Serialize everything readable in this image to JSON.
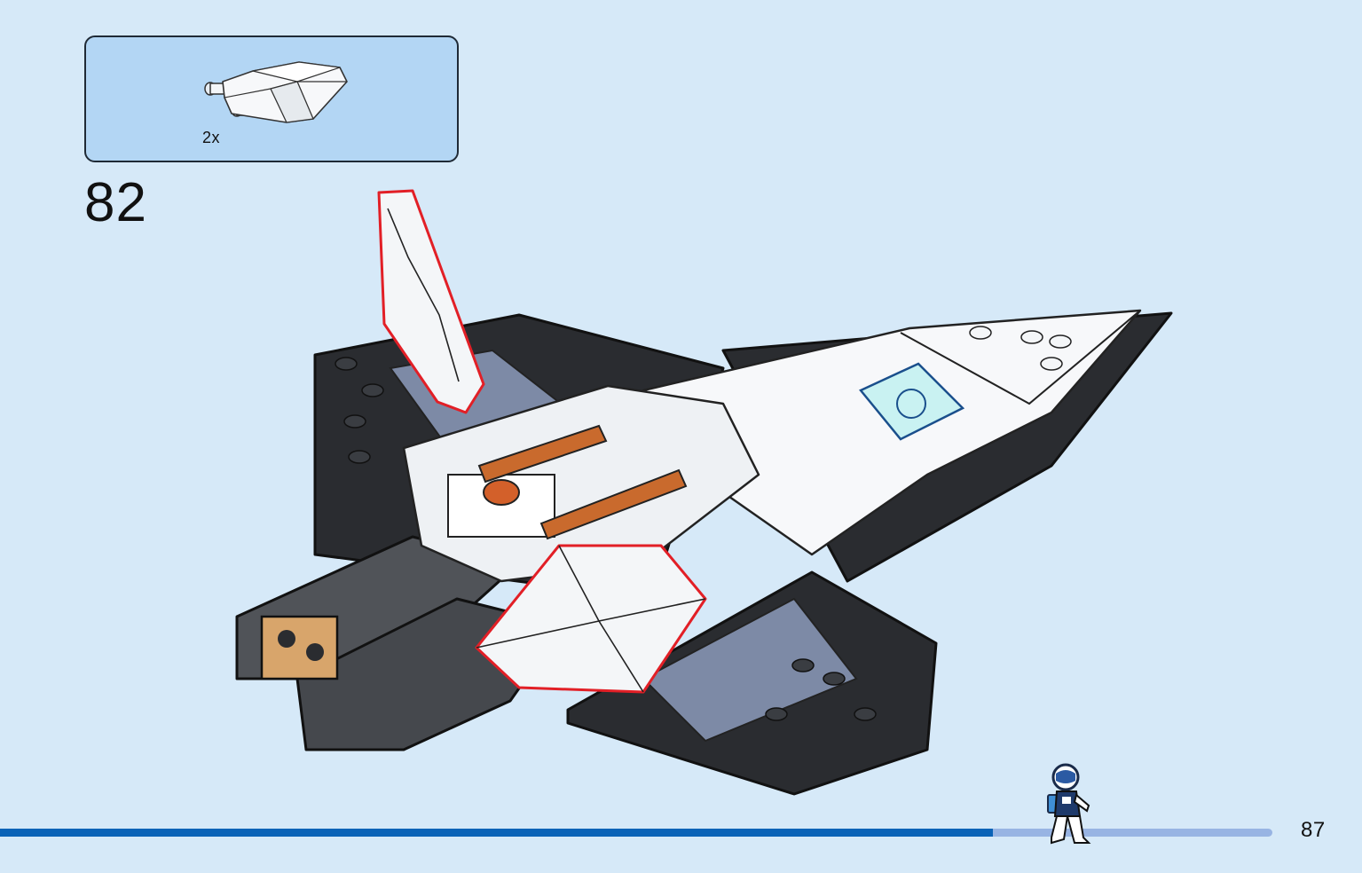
{
  "parts_callout": {
    "quantity": "2x",
    "part_icon": "white-wing-element-icon"
  },
  "step": {
    "number": "82"
  },
  "illustration": {
    "icon": "spaceship-model-icon",
    "highlight_color": "#e21f26"
  },
  "progress": {
    "fraction": 0.78,
    "icon": "astronaut-minifigure-icon"
  },
  "page": {
    "number": "87"
  },
  "colors": {
    "background": "#d6e9f8",
    "callout": "#b3d6f4",
    "progress_fill": "#0a63b7",
    "progress_track": "#98b4e3"
  }
}
